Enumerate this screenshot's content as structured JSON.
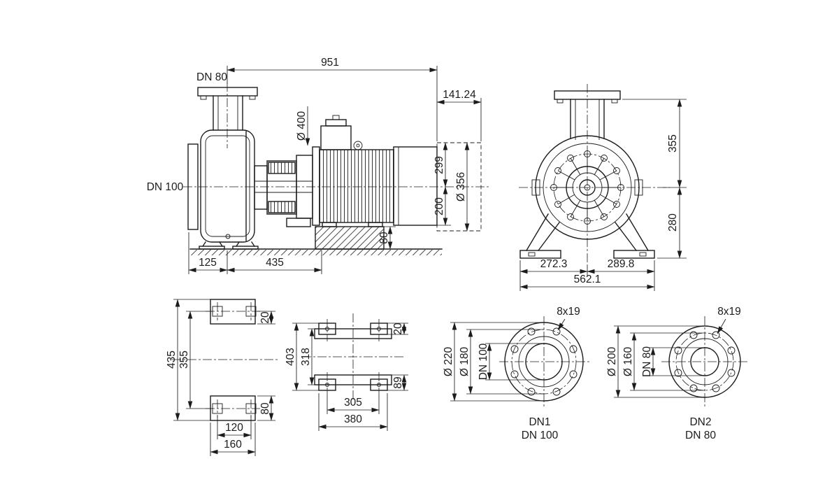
{
  "colors": {
    "line": "#1c1c1c",
    "background": "#ffffff"
  },
  "views": {
    "side": {
      "dim_total_length": "951",
      "dim_motor_reserve": "141.24",
      "label_discharge_flange": "DN 80",
      "label_suction_flange": "DN 100",
      "dim_motor_envelope_diameter": "Ø 400",
      "dim_center_to_top": "299",
      "dim_center_to_base": "200",
      "dim_motor_diameter": "Ø 356",
      "dim_base_height": "80",
      "dim_foot_offset": "125",
      "dim_foot_spacing": "435"
    },
    "front": {
      "dim_center_to_flange_top": "355",
      "dim_center_to_foot": "280",
      "dim_half_left": "272.3",
      "dim_half_right": "289.8",
      "dim_overall_width": "562.1"
    },
    "pump_feet": {
      "dim_overall_length": "435",
      "dim_hole_spacing": "355",
      "dim_pad_edge": "20",
      "dim_foot_depth": "80",
      "dim_hole_width": "120",
      "dim_foot_width": "160"
    },
    "motor_feet": {
      "dim_overall_length": "403",
      "dim_hole_spacing": "318",
      "dim_pad_edge": "20",
      "dim_foot_depth": "89",
      "dim_hole_width": "305",
      "dim_foot_width": "380"
    },
    "flange_dn1": {
      "callout_bolt_holes": "8x19",
      "dim_outer_diameter": "Ø 220",
      "dim_bolt_circle": "Ø 180",
      "dim_nominal_bore": "DN 100",
      "label_port": "DN1",
      "label_size": "DN 100"
    },
    "flange_dn2": {
      "callout_bolt_holes": "8x19",
      "dim_outer_diameter": "Ø 200",
      "dim_bolt_circle": "Ø 160",
      "dim_nominal_bore": "DN 80",
      "label_port": "DN2",
      "label_size": "DN 80"
    }
  }
}
